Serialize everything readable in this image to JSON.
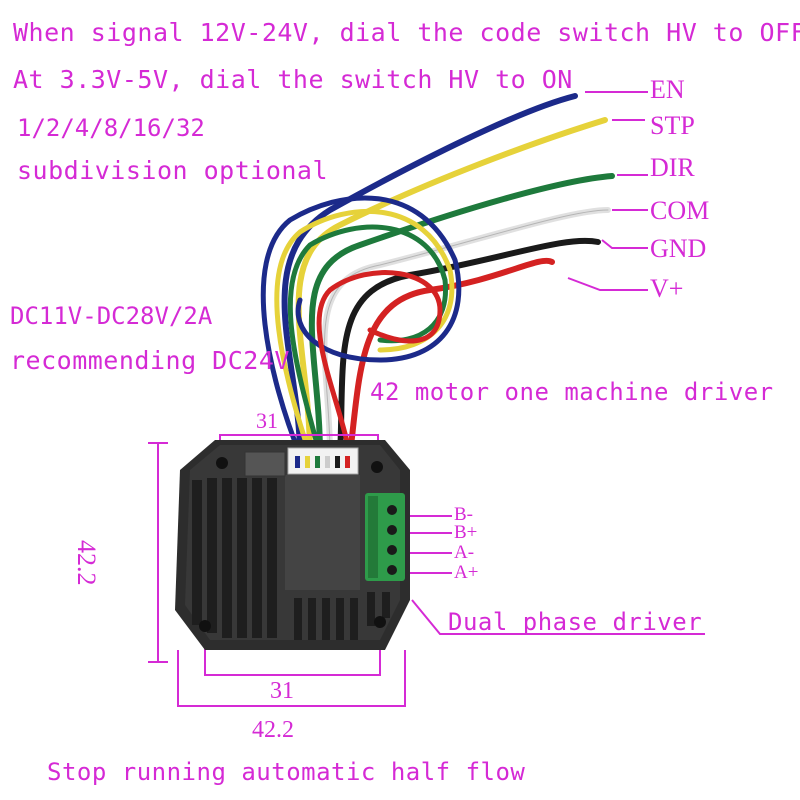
{
  "notes": {
    "line1": "When signal 12V-24V, dial the code switch HV to OFF",
    "line2": "At 3.3V-5V, dial the switch HV to ON",
    "subdiv1": "1/2/4/8/16/32",
    "subdiv2": "subdivision optional",
    "power1": "DC11V-DC28V/2A",
    "power2": "recommending DC24V",
    "product": "42 motor one machine driver",
    "dual": "Dual phase driver",
    "stop": "Stop running automatic half flow"
  },
  "wires": [
    {
      "label": "EN",
      "color": "#1c2a8a"
    },
    {
      "label": "STP",
      "color": "#e6d23a"
    },
    {
      "label": "DIR",
      "color": "#1e7a3c"
    },
    {
      "label": "COM",
      "color": "#e9e9e9"
    },
    {
      "label": "GND",
      "color": "#1a1a1a"
    },
    {
      "label": "V+",
      "color": "#d42222"
    }
  ],
  "motor_pins": [
    "B-",
    "B+",
    "A-",
    "A+"
  ],
  "dimensions": {
    "top_width": "31",
    "bottom_inner": "31",
    "bottom_outer": "42.2",
    "side_height": "42.2"
  },
  "colors": {
    "annotation": "#d52ad5",
    "body": "#2d2d2d",
    "terminal": "#2e9b4a"
  }
}
